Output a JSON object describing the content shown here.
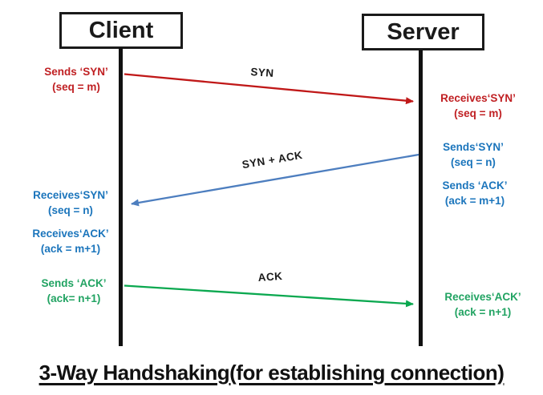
{
  "diagram": {
    "nodes": {
      "client": "Client",
      "server": "Server"
    },
    "arrows": [
      {
        "name": "syn",
        "label": "SYN",
        "from": "client",
        "to": "server"
      },
      {
        "name": "syn-ack",
        "label": "SYN + ACK",
        "from": "server",
        "to": "client"
      },
      {
        "name": "ack",
        "label": "ACK",
        "from": "client",
        "to": "server"
      }
    ],
    "client_annotations": [
      {
        "line1": "Sends ‘SYN’",
        "line2": "(seq = m)"
      },
      {
        "line1": "Receives‘SYN’",
        "line2": "(seq = n)"
      },
      {
        "line1": "Receives‘ACK’",
        "line2": "(ack = m+1)"
      },
      {
        "line1": "Sends ‘ACK’",
        "line2": "(ack= n+1)"
      }
    ],
    "server_annotations": [
      {
        "line1": "Receives‘SYN’",
        "line2": "(seq = m)"
      },
      {
        "line1": "Sends‘SYN’",
        "line2": "(seq = n)"
      },
      {
        "line1": "Sends ‘ACK’",
        "line2": "(ack = m+1)"
      },
      {
        "line1": "Receives‘ACK’",
        "line2": "(ack = n+1)"
      }
    ],
    "title": "3-Way Handshaking(for establishing connection)",
    "colors": {
      "syn_arrow": "#c01818",
      "syn_text": "#c02023",
      "syn_ack_arrow": "#4d7ebf",
      "syn_ack_text": "#1b75bc",
      "ack_arrow": "#0aa84f",
      "ack_text": "#21a362",
      "lifeline": "#111111",
      "label_text": "#1a1a1a"
    }
  }
}
